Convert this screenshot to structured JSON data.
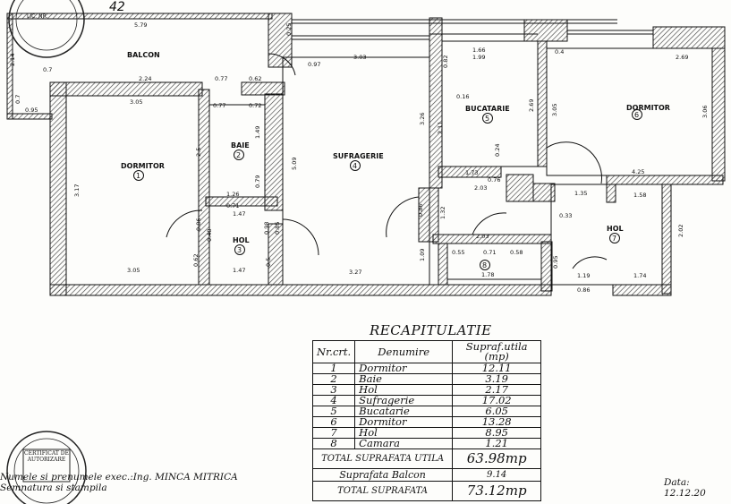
{
  "plan": {
    "top_mark": "42",
    "rooms": [
      {
        "name": "BALCON",
        "num": ""
      },
      {
        "name": "DORMITOR",
        "num": "1"
      },
      {
        "name": "BAIE",
        "num": "2"
      },
      {
        "name": "HOL",
        "num": "3"
      },
      {
        "name": "SUFRAGERIE",
        "num": "4"
      },
      {
        "name": "BUCATARIE",
        "num": "5"
      },
      {
        "name": "DORMITOR",
        "num": "6"
      },
      {
        "name": "HOL",
        "num": "7"
      },
      {
        "name": "",
        "num": "8"
      }
    ],
    "dims": [
      "5.79",
      "0.7",
      "2.14",
      "0.7",
      "0.95",
      "2.24",
      "0.77",
      "0.62",
      "3.05",
      "0.77",
      "0.72",
      "3.03",
      "1.66",
      "1.99",
      "0.4",
      "2.69",
      "3.17",
      "2.5",
      "1.49",
      "5.09",
      "3.26",
      "2.11",
      "0.82",
      "3.05",
      "3.06",
      "2.69",
      "1.26",
      "0.71",
      "1.47",
      "0.86",
      "0.98",
      "0.85",
      "0.62",
      "0.48",
      "3.05",
      "1.47",
      "0.5",
      "3.27",
      "1.09",
      "1.73",
      "0.76",
      "2.03",
      "1.32",
      "0.86",
      "2.03",
      "0.55",
      "0.71",
      "0.58",
      "1.78",
      "0.95",
      "1.19",
      "0.86",
      "1.74",
      "4.25",
      "1.58",
      "2.02",
      "1.35",
      "0.33",
      "0.24",
      "0.16",
      "0.97",
      "0.79",
      "0.25"
    ]
  },
  "stamp_top": "LIC. NR.",
  "stamp_bottom": "CERTIFICAT DE AUTORIZARE",
  "recap": {
    "title": "RECAPITULATIE",
    "headers": [
      "Nr.crt.",
      "Denumire",
      "Supraf.utila (mp)"
    ],
    "rows": [
      {
        "nr": "1",
        "name": "Dormitor",
        "area": "12.11"
      },
      {
        "nr": "2",
        "name": "Baie",
        "area": "3.19"
      },
      {
        "nr": "3",
        "name": "Hol",
        "area": "2.17"
      },
      {
        "nr": "4",
        "name": "Sufragerie",
        "area": "17.02"
      },
      {
        "nr": "5",
        "name": "Bucatarie",
        "area": "6.05"
      },
      {
        "nr": "6",
        "name": "Dormitor",
        "area": "13.28"
      },
      {
        "nr": "7",
        "name": "Hol",
        "area": "8.95"
      },
      {
        "nr": "8",
        "name": "Camara",
        "area": "1.21"
      }
    ],
    "total_util_label": "TOTAL SUPRAFATA UTILA",
    "total_util": "63.98mp",
    "balcon_label": "Suprafata Balcon",
    "balcon": "9.14",
    "total_label": "TOTAL SUPRAFATA",
    "total": "73.12mp"
  },
  "signature": "Numele si prenumele exec.:Ing. MINCA MITRICA",
  "signature2": "Semnatura si stampila",
  "date": "Data: 12.12.20"
}
